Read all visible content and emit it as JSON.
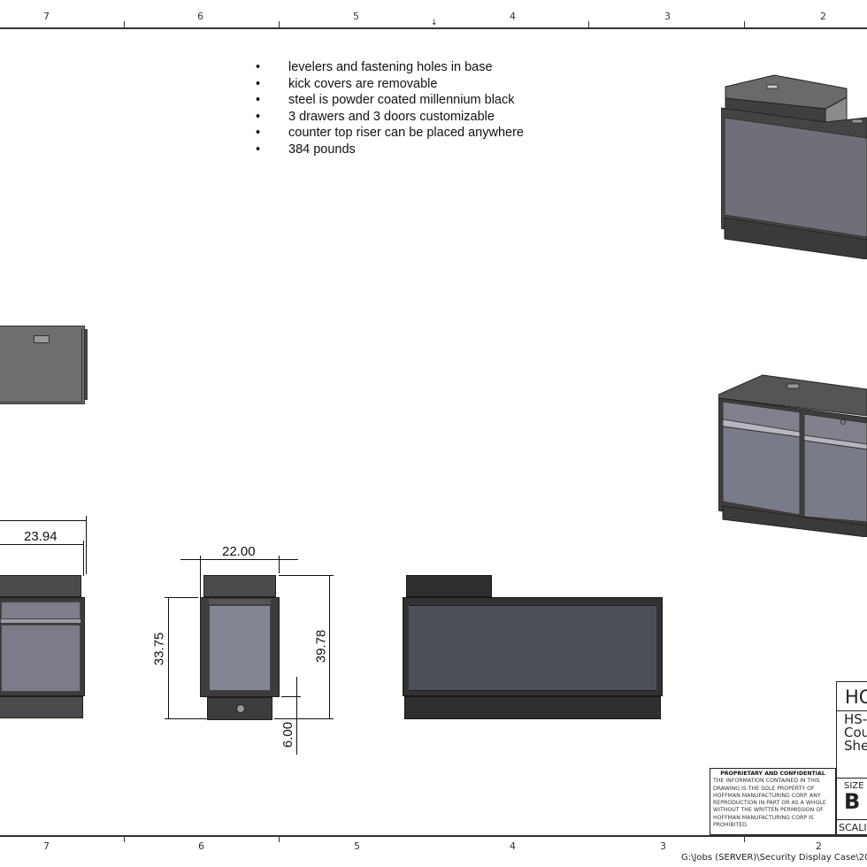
{
  "border": {
    "top_zones": [
      "7",
      "6",
      "5",
      "4",
      "3",
      "2"
    ],
    "bottom_zones": [
      "7",
      "6",
      "5",
      "4",
      "3",
      "2"
    ]
  },
  "notes": [
    "levelers and fastening holes in base",
    "kick covers are removable",
    "steel is powder coated millennium black",
    "3 drawers and 3 doors customizable",
    "counter top riser can be placed anywhere",
    "384 pounds"
  ],
  "bullet": "•",
  "dimensions": {
    "side_width": "23.94",
    "end_width": "22.00",
    "end_height_body": "33.75",
    "end_height_total": "39.78",
    "kick_height": "6.00"
  },
  "views": [
    {
      "name": "top-view-partial"
    },
    {
      "name": "side-view"
    },
    {
      "name": "end-view"
    },
    {
      "name": "front-view"
    },
    {
      "name": "iso-front-view"
    },
    {
      "name": "iso-rear-view"
    }
  ],
  "title_block": {
    "company": "HO",
    "part_lines": [
      "HS-",
      "Cou",
      "She"
    ],
    "size_label": "SIZE",
    "size_value": "B",
    "scale_label": "SCALI"
  },
  "proprietary": {
    "heading": "PROPRIETARY AND CONFIDENTIAL",
    "body": "THE INFORMATION CONTAINED IN THIS DRAWING IS THE SOLE PROPERTY OF HOFFMAN MANUFACTURING CORP. ANY REPRODUCTION IN PART OR AS A WHOLE WITHOUT THE WRITTEN PERMISSION OF HOFFMAN MANUFACTURING CORP IS PROHIBITED."
  },
  "file_path": "G:\\Jobs (SERVER)\\Security Display Case\\202"
}
